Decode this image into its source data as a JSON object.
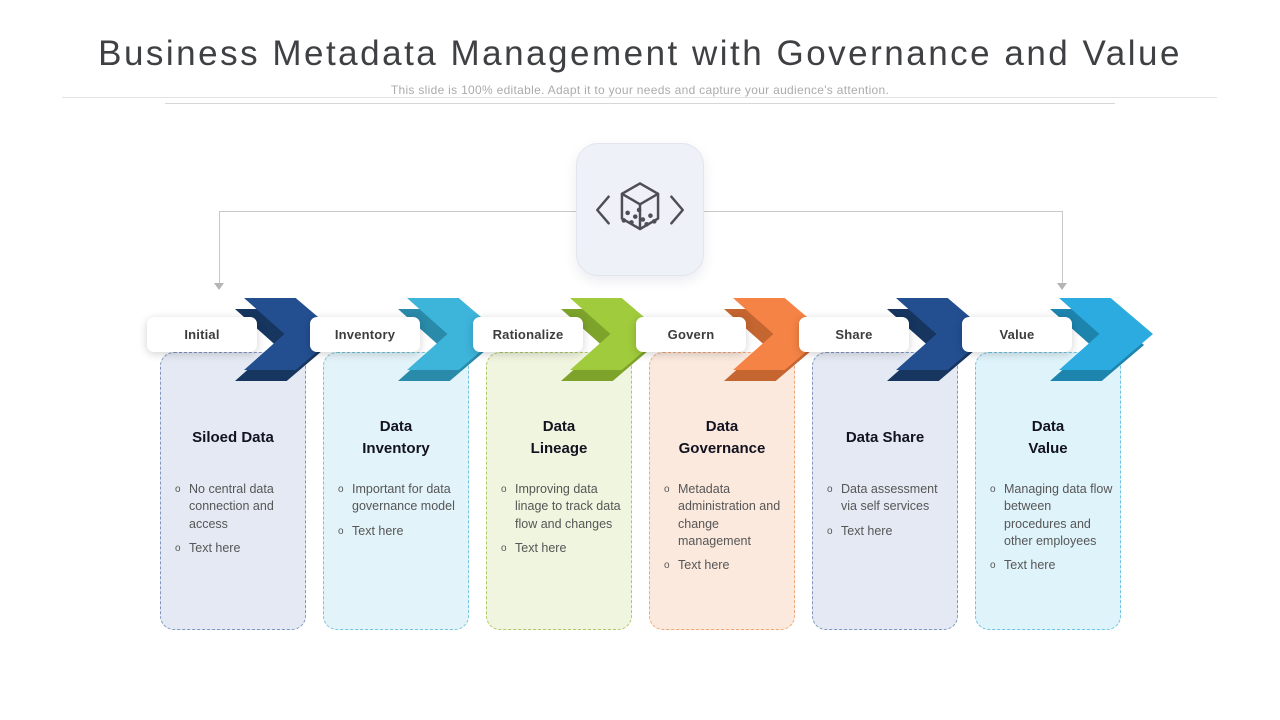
{
  "slide": {
    "title": "Business Metadata Management with Governance and Value",
    "subtitle": "This slide is 100% editable. Adapt it to your needs and capture your audience's attention."
  },
  "center_icon": "metadata-cube-icon",
  "stages": [
    {
      "label": "Initial",
      "title": "Siloed Data",
      "bullets": [
        "No central data connection and access",
        "Text here"
      ],
      "colors": {
        "arrow": "#234e90",
        "arrow_dark": "#16355f",
        "card_bg": "#e4e9f3",
        "border": "#8096bf"
      }
    },
    {
      "label": "Inventory",
      "title": "Data\nInventory",
      "bullets": [
        "Important for data governance model",
        "Text here"
      ],
      "colors": {
        "arrow": "#3db4da",
        "arrow_dark": "#2a8aa9",
        "card_bg": "#e2f3f9",
        "border": "#72c5de"
      }
    },
    {
      "label": "Rationalize",
      "title": "Data\nLineage",
      "bullets": [
        "Improving data linage to track data flow and changes",
        "Text here"
      ],
      "colors": {
        "arrow": "#a0cb3c",
        "arrow_dark": "#7da32b",
        "card_bg": "#f0f5df",
        "border": "#adc966"
      }
    },
    {
      "label": "Govern",
      "title": "Data\nGovernance",
      "bullets": [
        "Metadata administration and change management",
        "Text here"
      ],
      "colors": {
        "arrow": "#f58345",
        "arrow_dark": "#c56530",
        "card_bg": "#fbe9dd",
        "border": "#f2a678"
      }
    },
    {
      "label": "Share",
      "title": "Data Share",
      "bullets": [
        "Data assessment via self services",
        "Text here"
      ],
      "colors": {
        "arrow": "#234e90",
        "arrow_dark": "#16355f",
        "card_bg": "#e4e9f3",
        "border": "#8096bf"
      }
    },
    {
      "label": "Value",
      "title": "Data\nValue",
      "bullets": [
        "Managing data flow between procedures and other employees",
        "Text here"
      ],
      "colors": {
        "arrow": "#2babdf",
        "arrow_dark": "#1d84ae",
        "card_bg": "#dff3fa",
        "border": "#6cc4e6"
      }
    }
  ]
}
